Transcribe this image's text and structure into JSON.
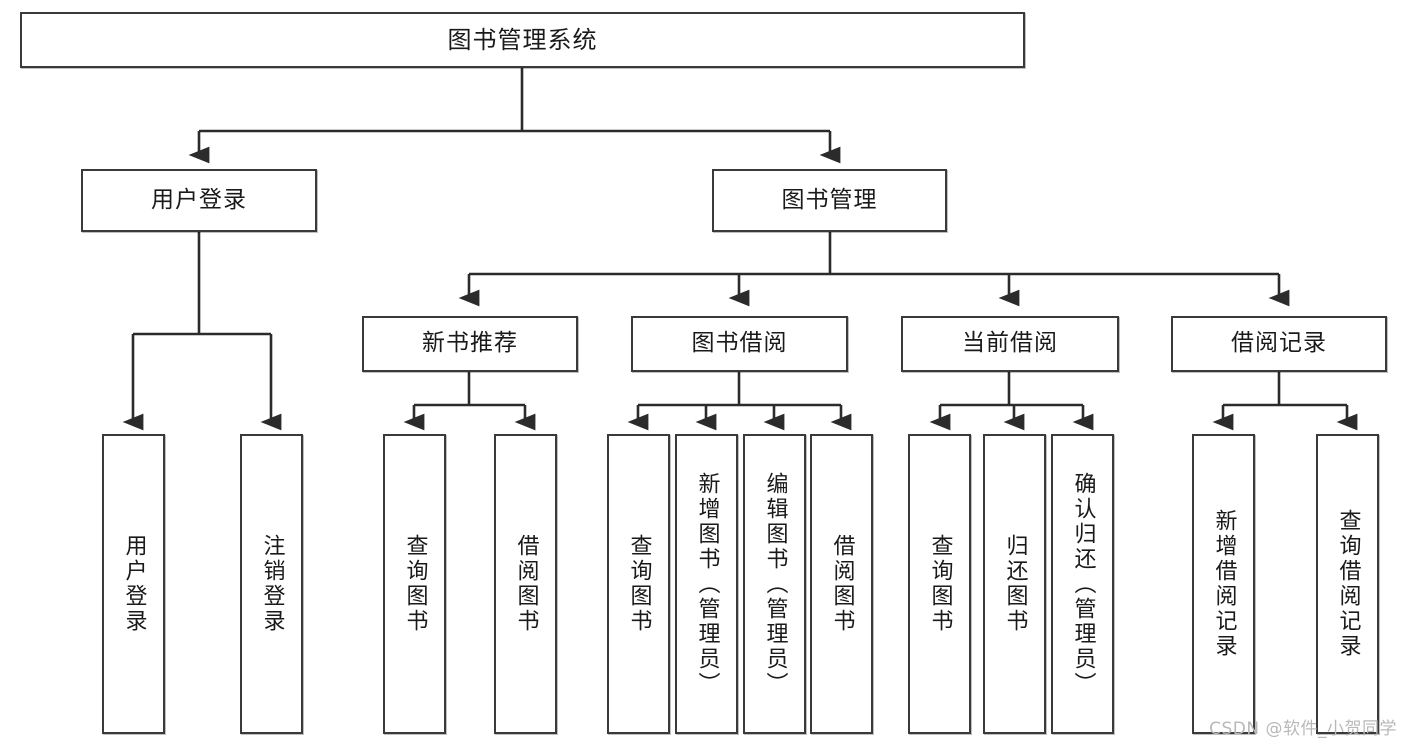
{
  "diagram": {
    "title": "图书管理系统",
    "type": "tree-hierarchy-chart",
    "root": {
      "label": "图书管理系统"
    },
    "level2": [
      {
        "id": "user-login",
        "label": "用户登录"
      },
      {
        "id": "book-manage",
        "label": "图书管理"
      }
    ],
    "level3": [
      {
        "id": "new-book-recommend",
        "label": "新书推荐",
        "parent": "book-manage"
      },
      {
        "id": "book-borrow",
        "label": "图书借阅",
        "parent": "book-manage"
      },
      {
        "id": "current-borrow",
        "label": "当前借阅",
        "parent": "book-manage"
      },
      {
        "id": "borrow-record",
        "label": "借阅记录",
        "parent": "book-manage"
      }
    ],
    "leaves": {
      "user_login": [
        {
          "id": "leaf-user-login",
          "label": "用户登录"
        },
        {
          "id": "leaf-logout",
          "label": "注销登录"
        }
      ],
      "new_book_recommend": [
        {
          "id": "leaf-query-book-1",
          "label": "查询图书"
        },
        {
          "id": "leaf-borrow-book-1",
          "label": "借阅图书"
        }
      ],
      "book_borrow": [
        {
          "id": "leaf-query-book-2",
          "label": "查询图书"
        },
        {
          "id": "leaf-add-book",
          "label": "新增图书（管理员）"
        },
        {
          "id": "leaf-edit-book",
          "label": "编辑图书（管理员）"
        },
        {
          "id": "leaf-borrow-book-2",
          "label": "借阅图书"
        }
      ],
      "current_borrow": [
        {
          "id": "leaf-query-book-3",
          "label": "查询图书"
        },
        {
          "id": "leaf-return-book",
          "label": "归还图书"
        },
        {
          "id": "leaf-confirm-return",
          "label": "确认归还（管理员）"
        }
      ],
      "borrow_record": [
        {
          "id": "leaf-add-record",
          "label": "新增借阅记录"
        },
        {
          "id": "leaf-query-record",
          "label": "查询借阅记录"
        }
      ]
    }
  },
  "watermark": {
    "text": "CSDN @软件_小贺同学"
  },
  "colors": {
    "stroke": "#3a3a3a",
    "text": "#1a1a1a",
    "background": "#ffffff",
    "watermark": "#b9b9b9"
  }
}
